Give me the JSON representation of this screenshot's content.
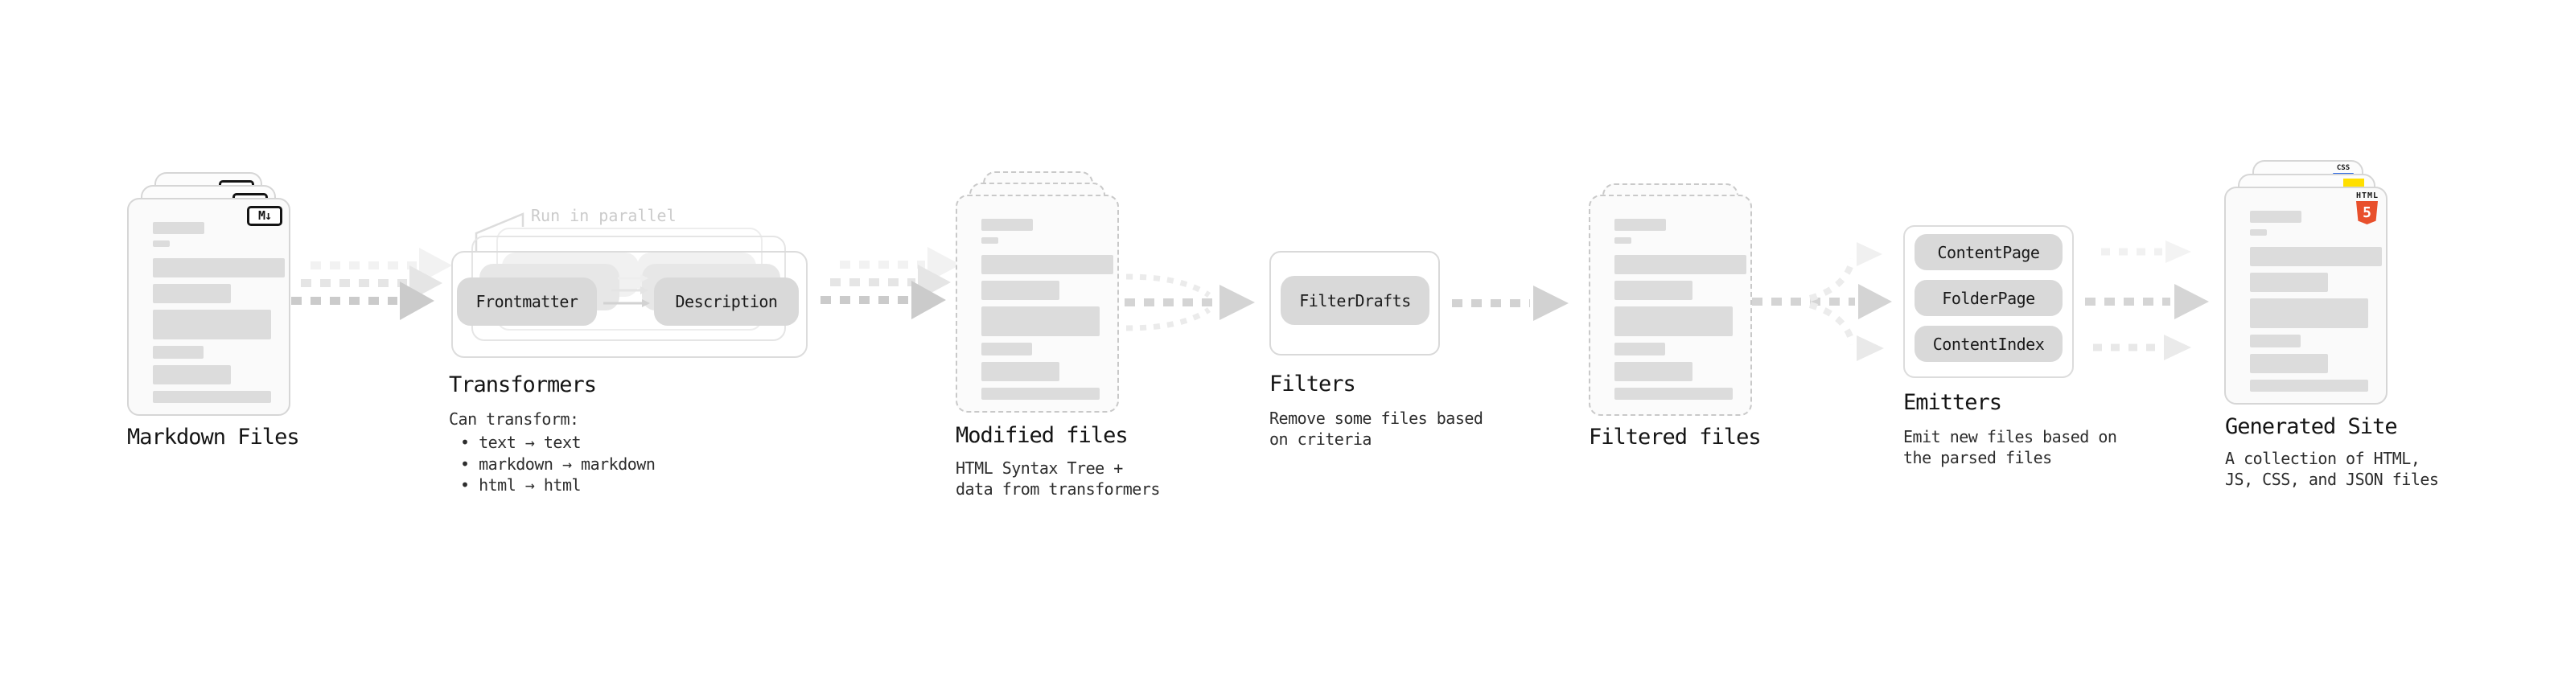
{
  "stages": {
    "markdown_files": {
      "label": "Markdown Files",
      "file_icon": "M↓"
    },
    "transformers": {
      "annotation": "Run in parallel",
      "input_pill": "Frontmatter",
      "output_pill": "Description",
      "label": "Transformers",
      "desc_title": "Can transform:",
      "bullets": [
        "• text → text",
        "• markdown → markdown",
        "• html → html"
      ]
    },
    "modified_files": {
      "label": "Modified files",
      "desc": [
        "HTML Syntax Tree +",
        "data from transformers"
      ]
    },
    "filters": {
      "pill": "FilterDrafts",
      "label": "Filters",
      "desc": [
        "Remove some files based",
        "on criteria"
      ]
    },
    "filtered_files": {
      "label": "Filtered files"
    },
    "emitters": {
      "pills": [
        "ContentPage",
        "FolderPage",
        "ContentIndex"
      ],
      "label": "Emitters",
      "desc": [
        "Emit new files based on",
        "the parsed files"
      ]
    },
    "generated_site": {
      "label": "Generated Site",
      "desc": [
        "A collection of HTML,",
        "JS, CSS, and JSON files"
      ],
      "css_icon_text": "CSS",
      "html_icon_text": "HTML",
      "html_icon_number": "5"
    }
  },
  "colors": {
    "background": "#ffffff",
    "card_fill": "#fafafa",
    "card_border": "#d6d6d6",
    "dashed_border": "#c9c9c9",
    "content_bar": "#dcdcdc",
    "pill_fill": "#d9d9d9",
    "arrow_front": "#cbcbcb",
    "arrow_ghost": "#e5e5e5",
    "annotation_text": "#cbcbcb",
    "text_dark": "#1a1a1a",
    "html5_orange": "#e8502c",
    "js_yellow": "#ffdf00",
    "css_blue": "#2f6be4"
  }
}
